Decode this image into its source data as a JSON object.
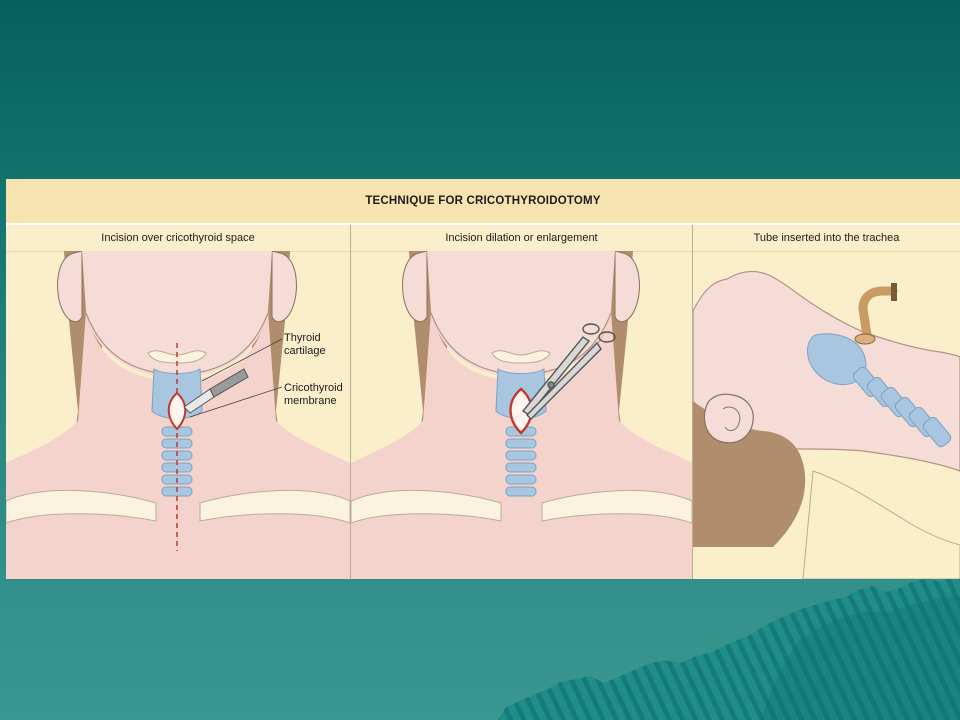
{
  "figure": {
    "title": "TECHNIQUE FOR CRICOTHYROIDOTOMY",
    "panels": [
      {
        "heading": "Incision over cricothyroid space",
        "callouts": [
          {
            "line1": "Thyroid",
            "line2": "cartilage"
          },
          {
            "line1": "Cricothyroid",
            "line2": "membrane"
          }
        ]
      },
      {
        "heading": "Incision dilation or enlargement"
      },
      {
        "heading": "Tube inserted into the trachea"
      }
    ]
  },
  "colors": {
    "skin": "#f6dcd6",
    "hair": "#b08d6c",
    "cartilage": "#a8c6e0",
    "panel_bg": "#fbeecb",
    "title_bg": "#f7e3b0",
    "incision": "#c0392b",
    "tube": "#c89b62"
  }
}
